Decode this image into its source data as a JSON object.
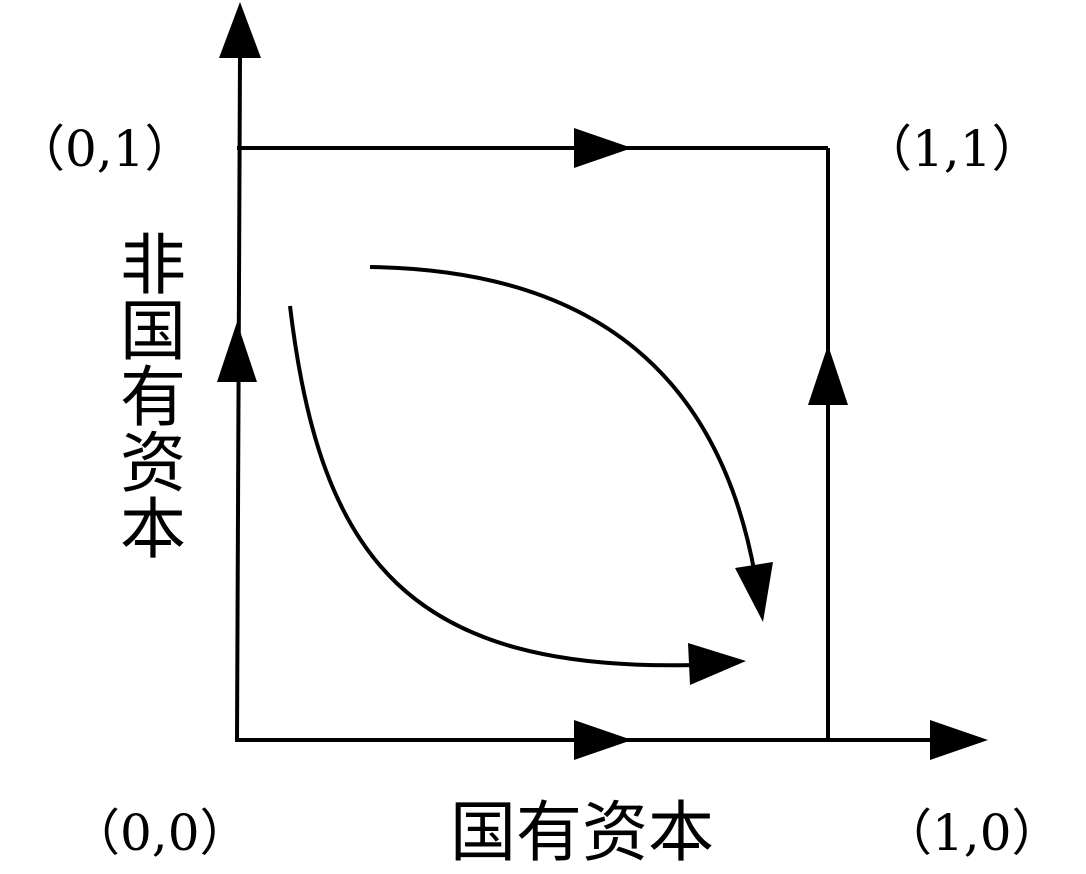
{
  "corner_labels": {
    "top_left": "（0,1）",
    "top_right": "（1,1）",
    "bottom_left": "（0,0）",
    "bottom_right": "（1,0）"
  },
  "axis_titles": {
    "x": "国有资本",
    "y": "非国有资本"
  },
  "colors": {
    "line": "#000000",
    "background": "#ffffff"
  }
}
